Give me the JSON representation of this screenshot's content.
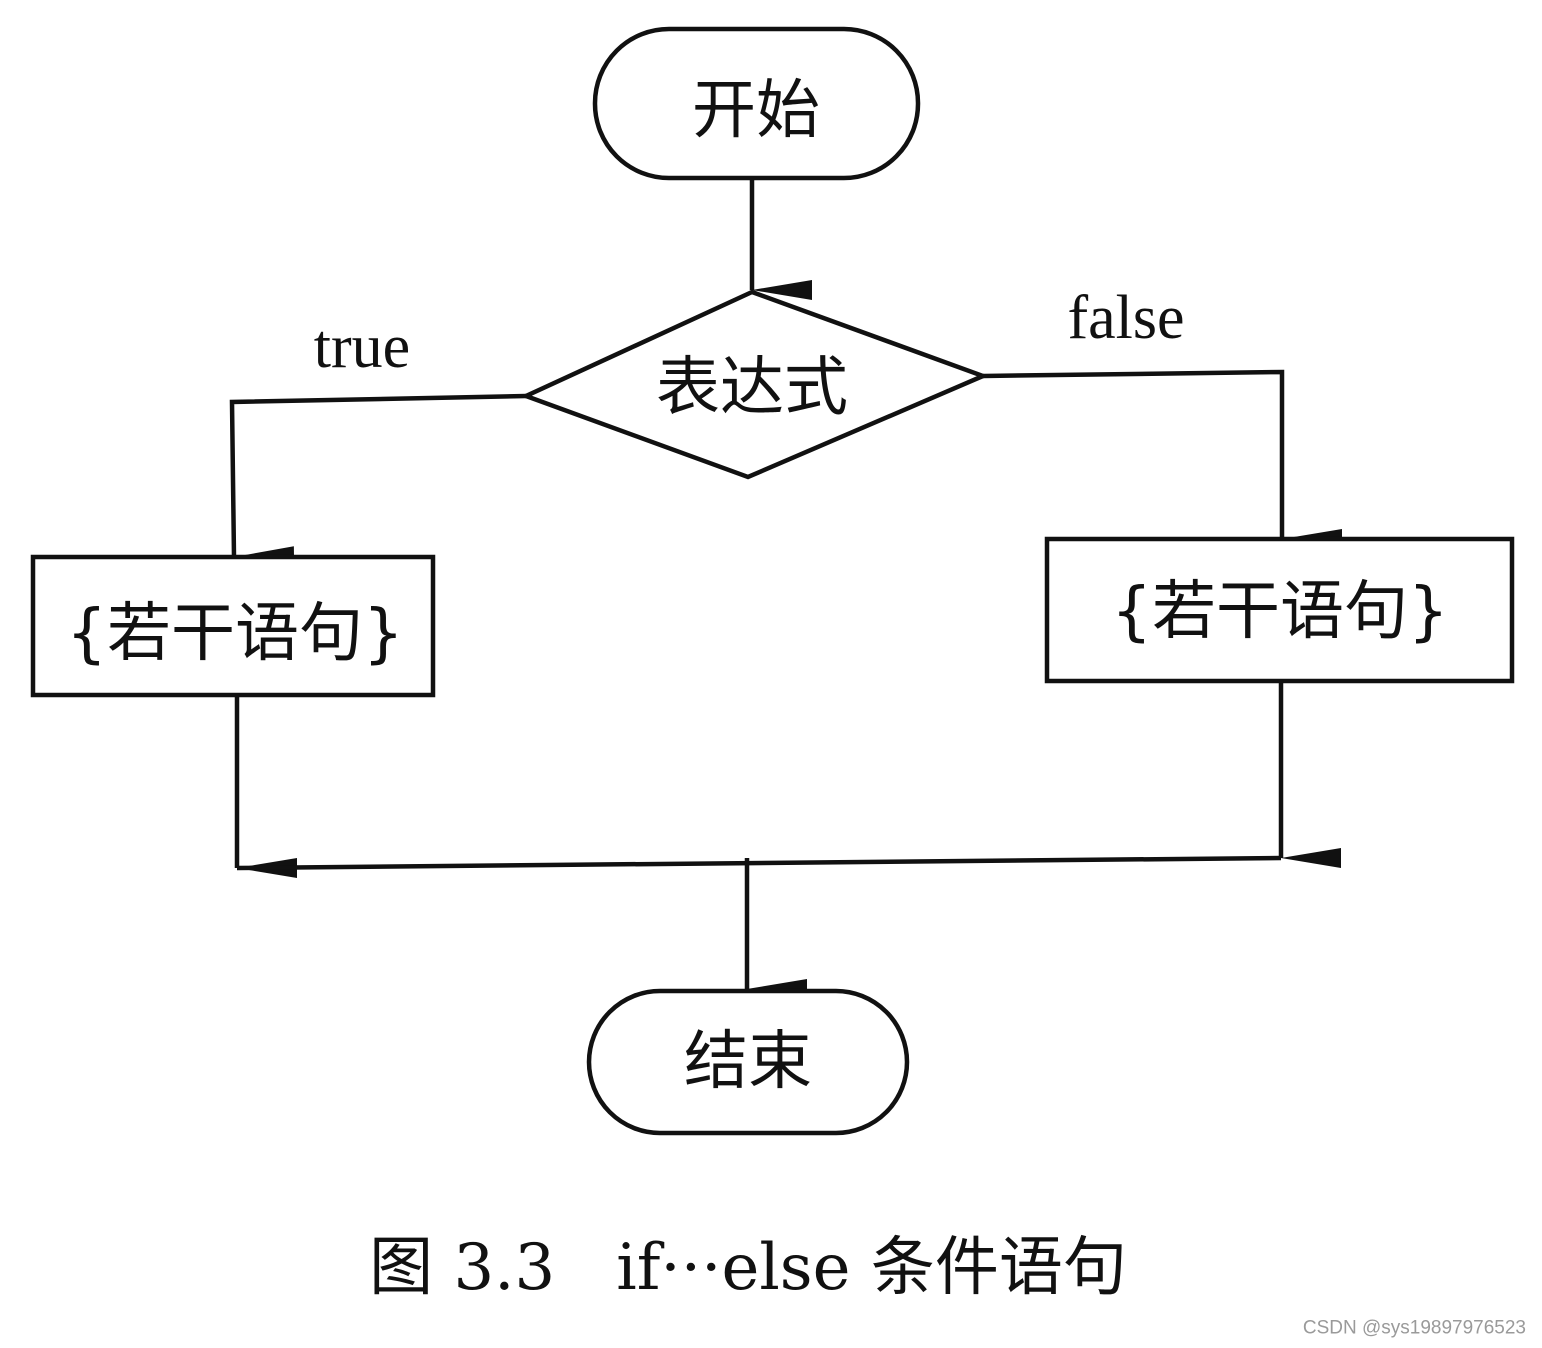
{
  "diagram": {
    "type": "flowchart",
    "nodes": {
      "start": {
        "label": "开始",
        "shape": "terminal"
      },
      "decision": {
        "label": "表达式",
        "shape": "decision"
      },
      "true_branch": {
        "label": "{若干语句}",
        "shape": "process"
      },
      "false_branch": {
        "label": "{若干语句}",
        "shape": "process"
      },
      "end": {
        "label": "结束",
        "shape": "terminal"
      }
    },
    "edges": [
      {
        "from": "start",
        "to": "decision",
        "label": ""
      },
      {
        "from": "decision",
        "to": "true_branch",
        "label": "true"
      },
      {
        "from": "decision",
        "to": "false_branch",
        "label": "false"
      },
      {
        "from": "true_branch",
        "to": "end",
        "label": ""
      },
      {
        "from": "false_branch",
        "to": "end",
        "label": ""
      }
    ],
    "labels": {
      "true": "true",
      "false": "false"
    }
  },
  "caption": "图 3.3   if···else 条件语句",
  "watermark": "CSDN @sys19897976523"
}
